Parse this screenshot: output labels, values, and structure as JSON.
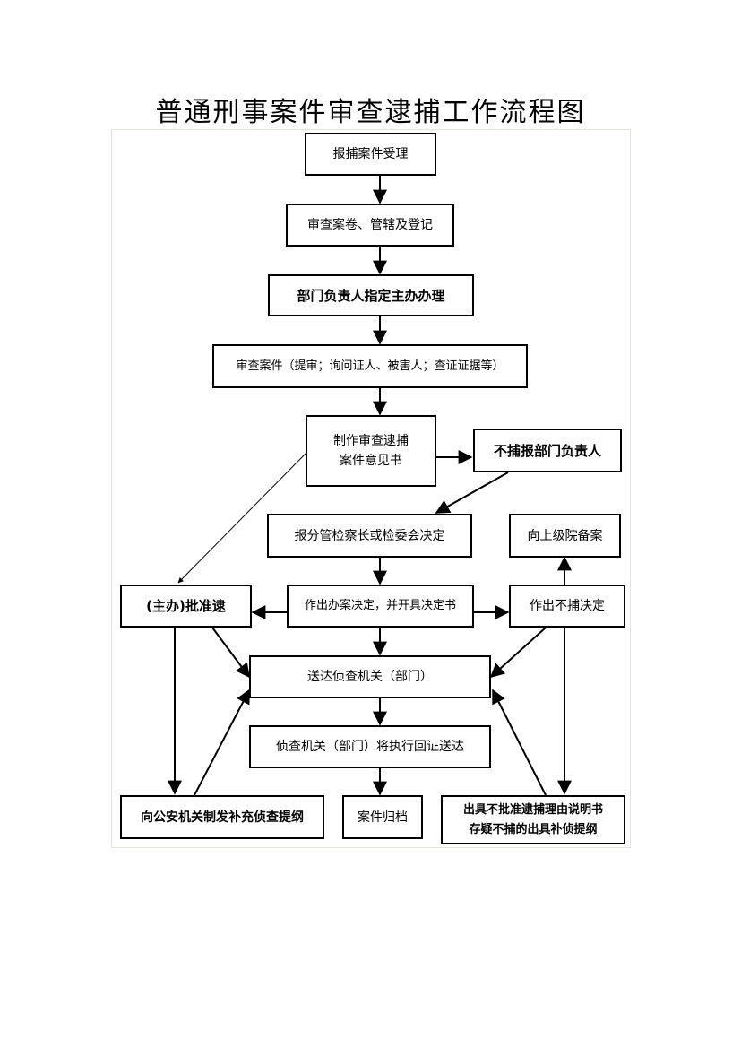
{
  "title": "普通刑事案件审查逮捕工作流程图",
  "nodes": {
    "accept": "报捕案件受理",
    "review_file": "审查案卷、管辖及登记",
    "assign": "部门负责人指定主办办理",
    "review_case": "审查案件（提审；询问证人、被害人；查证证据等）",
    "opinion_line1": "制作审查逮捕",
    "opinion_line2": "案件意见书",
    "no_arrest_report": "不捕报部门负责人",
    "decision_report": "报分管检察长或检委会决定",
    "upper_record": "向上级院备案",
    "approve": "(主办)批准逮",
    "decide": "作出办案决定，并开具决定书",
    "no_arrest_decision": "作出不捕决定",
    "deliver": "送达侦查机关（部门）",
    "return_receipt": "侦查机关（部门）将执行回证送达",
    "supplement_outline": "向公安机关制发补充侦查提纲",
    "archive": "案件归档",
    "explain_line1": "出具不批准逮捕理由说明书",
    "explain_line2": "存疑不捕的出具补侦提纲"
  }
}
